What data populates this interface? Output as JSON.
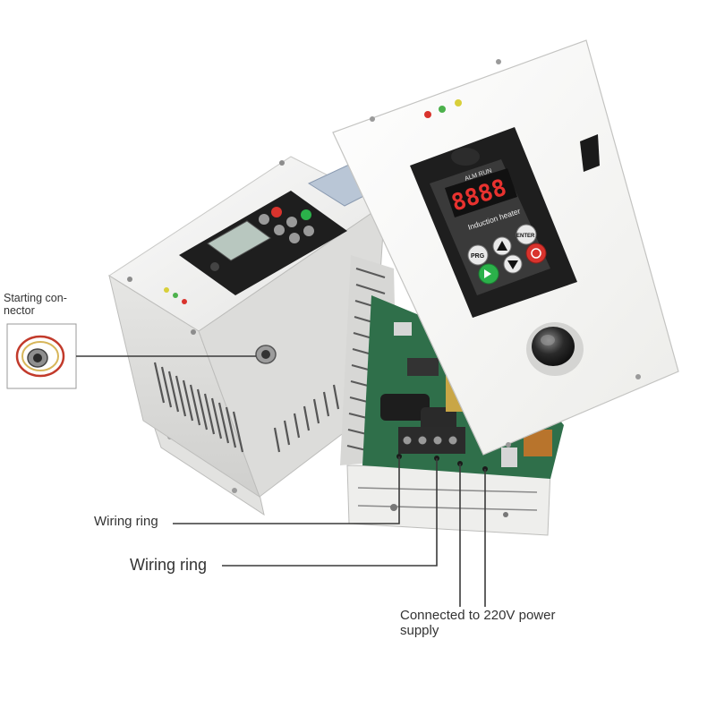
{
  "labels": {
    "starting_connector": "Starting con-\nnector",
    "wiring_ring_1": "Wiring ring",
    "wiring_ring_2": "Wiring ring",
    "power_supply": "Connected to 220V power supply"
  },
  "front_panel": {
    "display_digits": "8888",
    "display_caption": "Induction heater",
    "status_text": "ALM RUN",
    "buttons": [
      "PRG",
      "ENTER"
    ]
  },
  "colors": {
    "cabinet": "#f2f2f0",
    "panel_dark": "#1e1e1e",
    "display_red": "#e8322f",
    "button_green": "#2bb14a",
    "button_red": "#d9332d",
    "pcb_green": "#2f6f4a",
    "leader_line": "#3a3a3a"
  }
}
